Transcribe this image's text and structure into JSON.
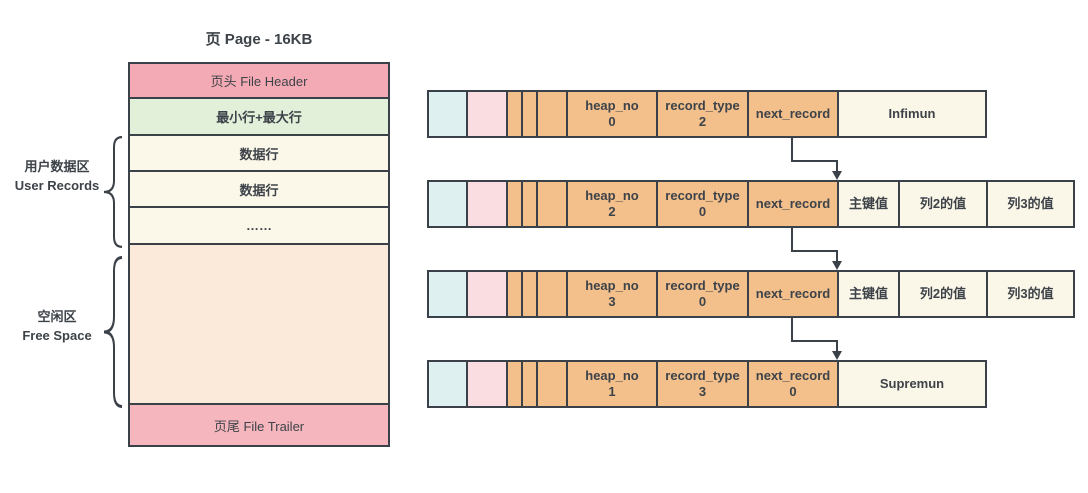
{
  "colors": {
    "border": "#3b4148",
    "text": "#3d4349",
    "cell_cyan": "#def0f0",
    "cell_pink": "#fadde1",
    "cell_orange": "#f3bf8b",
    "cell_cream": "#faf7e8",
    "page_header_pink": "#f4aab4",
    "page_minmax_green": "#e2efd9",
    "page_data_cream": "#fbf8e9",
    "page_free_peach": "#fbe9da",
    "page_trailer_pink": "#f5b6bd"
  },
  "page": {
    "title": "页 Page - 16KB",
    "header": "页头 File Header",
    "minmax": "最小行+最大行",
    "data_row_1": "数据行",
    "data_row_2": "数据行",
    "ellipsis": "……",
    "trailer": "页尾 File Trailer",
    "user_records_label_zh": "用户数据区",
    "user_records_label_en": "User Records",
    "free_space_label_zh": "空闲区",
    "free_space_label_en": "Free Space"
  },
  "records": [
    {
      "heap_no_label": "heap_no",
      "heap_no_value": "0",
      "record_type_label": "record_type",
      "record_type_value": "2",
      "next_record_label": "next_record",
      "next_record_value": "",
      "values": {
        "v1": "Infimun"
      }
    },
    {
      "heap_no_label": "heap_no",
      "heap_no_value": "2",
      "record_type_label": "record_type",
      "record_type_value": "0",
      "next_record_label": "next_record",
      "next_record_value": "",
      "values": {
        "v1": "主键值",
        "v2": "列2的值",
        "v3": "列3的值"
      }
    },
    {
      "heap_no_label": "heap_no",
      "heap_no_value": "3",
      "record_type_label": "record_type",
      "record_type_value": "0",
      "next_record_label": "next_record",
      "next_record_value": "",
      "values": {
        "v1": "主键值",
        "v2": "列2的值",
        "v3": "列3的值"
      }
    },
    {
      "heap_no_label": "heap_no",
      "heap_no_value": "1",
      "record_type_label": "record_type",
      "record_type_value": "3",
      "next_record_label": "next_record",
      "next_record_value": "0",
      "values": {
        "v1": "Supremun"
      }
    }
  ]
}
